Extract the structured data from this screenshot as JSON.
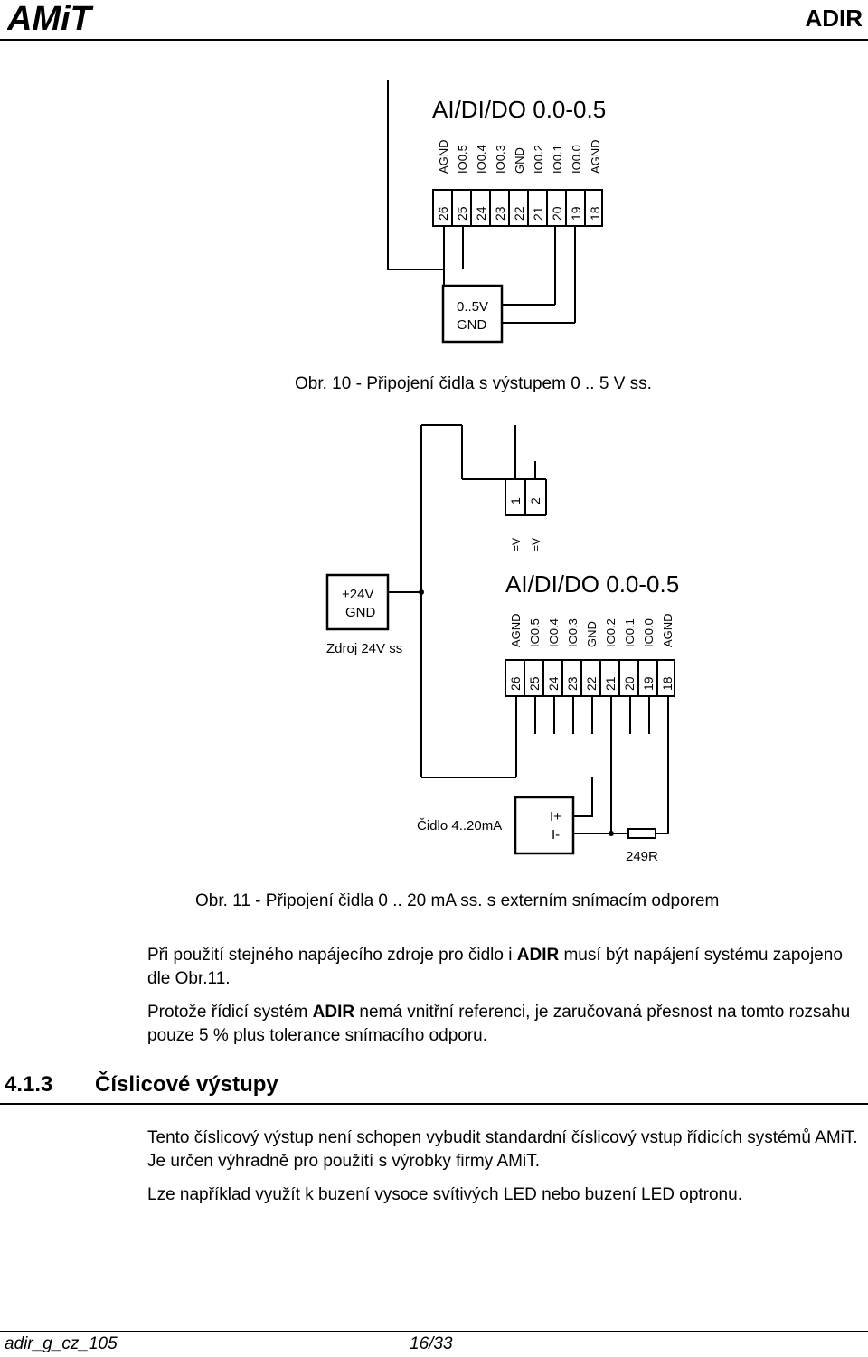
{
  "header": {
    "logo_text": "AMiT",
    "doc_code": "ADIR"
  },
  "fig10": {
    "module_title": "AI/DI/DO 0.0-0.5",
    "signals": [
      "AGND",
      "IO0.5",
      "IO0.4",
      "IO0.3",
      "GND",
      "IO0.2",
      "IO0.1",
      "IO0.0",
      "AGND"
    ],
    "pins": [
      "26",
      "25",
      "24",
      "23",
      "22",
      "21",
      "20",
      "19",
      "18"
    ],
    "sensor_lines": [
      "0..5V",
      "GND"
    ],
    "caption": "Obr. 10 - Připojení čidla s výstupem 0 .. 5 V ss."
  },
  "fig11": {
    "top_pins": [
      "1",
      "2"
    ],
    "top_signals": [
      "=V",
      "=V"
    ],
    "module_title": "AI/DI/DO 0.0-0.5",
    "signals": [
      "AGND",
      "IO0.5",
      "IO0.4",
      "IO0.3",
      "GND",
      "IO0.2",
      "IO0.1",
      "IO0.0",
      "AGND"
    ],
    "pins": [
      "26",
      "25",
      "24",
      "23",
      "22",
      "21",
      "20",
      "19",
      "18"
    ],
    "supply_lines": [
      "+24V",
      "GND"
    ],
    "supply_label": "Zdroj 24V ss",
    "sensor_label": "Čidlo 4..20mA",
    "sensor_pins": [
      "I+",
      "I-"
    ],
    "resistor_label": "249R",
    "caption": "Obr. 11 - Připojení čidla 0 .. 20 mA ss. s externím snímacím odporem"
  },
  "paragraphs": {
    "p1_a": "Při použití stejného napájecího zdroje pro čidlo i ",
    "p1_b": "ADIR",
    "p1_c": " musí být napájení systému zapojeno dle Obr.11.",
    "p2_a": "Protože řídicí systém ",
    "p2_b": "ADIR",
    "p2_c": " nemá vnitřní referenci, je zaručovaná přesnost na tomto rozsahu pouze 5 % plus tolerance snímacího odporu."
  },
  "section": {
    "number": "4.1.3",
    "title": "Číslicové výstupy"
  },
  "section_body": {
    "p1": "Tento číslicový výstup není schopen vybudit standardní číslicový vstup řídicích systémů AMiT. Je určen výhradně pro použití s výrobky firmy AMiT.",
    "p2": "Lze například využít k buzení vysoce svítivých LED nebo buzení LED optronu."
  },
  "footer": {
    "doc_id": "adir_g_cz_105",
    "page": "16/33"
  }
}
